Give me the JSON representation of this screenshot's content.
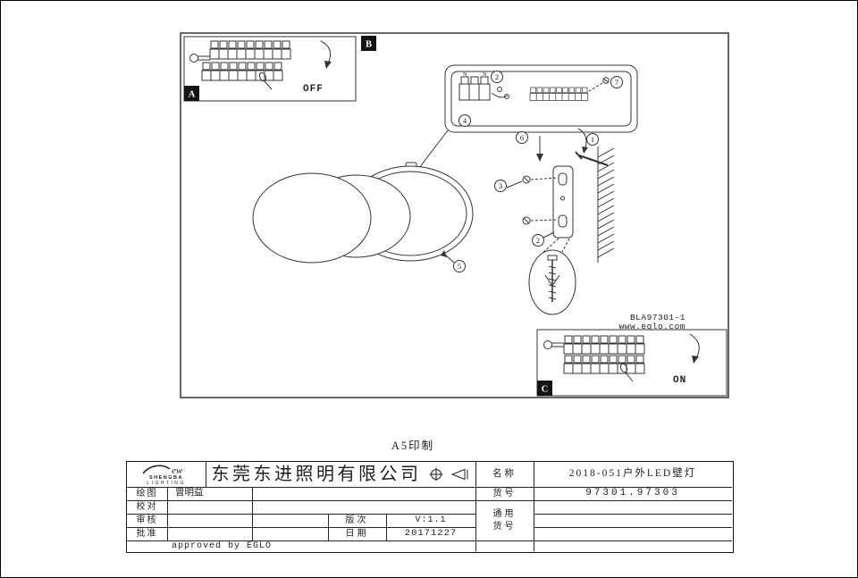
{
  "page": {
    "print_note": "A5印制"
  },
  "diagram": {
    "labels": {
      "a": "A",
      "b": "B",
      "c": "C"
    },
    "off": "OFF",
    "on": "ON",
    "model_code": "BLA97301-1",
    "website": "www.eglo.com",
    "terminal_mark": "N",
    "callouts": [
      "1",
      "2",
      "3",
      "4",
      "5",
      "6",
      "7"
    ]
  },
  "title_block": {
    "logo": {
      "script": "ew",
      "line1": "SHENGBA",
      "line2": "LIGHTING"
    },
    "company": "东莞东进照明有限公司",
    "name_label": "名称",
    "name_value": "2018-051户外LED壁灯",
    "sku_label": "货号",
    "sku_value": "97301.97303",
    "general_label_line1": "通用",
    "general_label_line2": "货号",
    "rows": [
      {
        "label": "绘图",
        "value": "曾明益"
      },
      {
        "label": "校对",
        "value": ""
      },
      {
        "label": "审核",
        "value": ""
      },
      {
        "label": "批准",
        "value": ""
      }
    ],
    "version_label": "版次",
    "version_value": "V:1.1",
    "date_label": "日期",
    "date_value": "20171227",
    "approved": "approved by EGLO"
  }
}
